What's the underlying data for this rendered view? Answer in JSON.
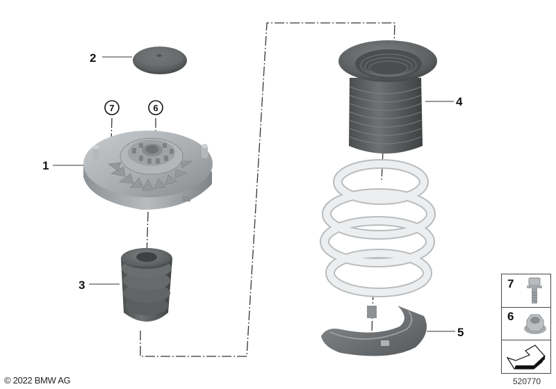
{
  "diagram": {
    "title": "Spring strut mount / coil spring parts diagram",
    "copyright": "© 2022 BMW AG",
    "diagram_id": "520770",
    "parts": [
      {
        "number": "1",
        "name": "support-bearing-mount",
        "callout": "1"
      },
      {
        "number": "2",
        "name": "cover-cap",
        "callout": "2"
      },
      {
        "number": "3",
        "name": "bump-stop",
        "callout": "3"
      },
      {
        "number": "4",
        "name": "protective-boot",
        "callout": "4"
      },
      {
        "number": "5",
        "name": "spring-pad",
        "callout": "5"
      },
      {
        "number": "6",
        "name": "collar-nut",
        "callout": "6"
      },
      {
        "number": "7",
        "name": "hex-bolt-with-washer",
        "callout": "7"
      }
    ],
    "legend": [
      {
        "number": "7",
        "icon": "hex-bolt-icon"
      },
      {
        "number": "6",
        "icon": "hex-flange-nut-icon"
      },
      {
        "number": "",
        "icon": "arrow-left-down-icon"
      }
    ],
    "colors": {
      "rubber": "#5f6263",
      "metal": "#a9adb0",
      "spring": "#e6e8e9",
      "line": "#333333"
    }
  }
}
